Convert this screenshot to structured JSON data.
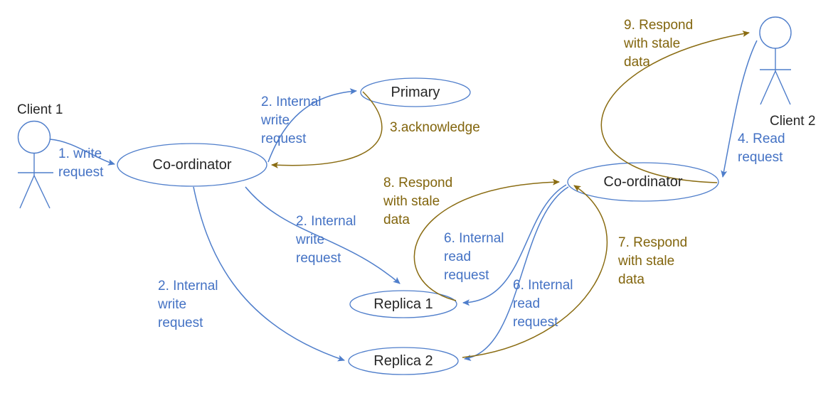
{
  "diagram_title": "",
  "colors": {
    "blue_text": "#4472C4",
    "blue_line": "#4f7ecb",
    "olive_text": "#82650d",
    "olive_line": "#8a6c12",
    "ink": "#262626",
    "background": "#ffffff"
  },
  "nodes": {
    "client1": {
      "label": "Client 1"
    },
    "client2": {
      "label": "Client 2"
    },
    "coordinator_left": {
      "label": "Co-ordinator"
    },
    "coordinator_right": {
      "label": "Co-ordinator"
    },
    "primary": {
      "label": "Primary"
    },
    "replica1": {
      "label": "Replica 1"
    },
    "replica2": {
      "label": "Replica 2"
    }
  },
  "edge_labels": {
    "write_request_1": "1. write\nrequest",
    "internal_write_top": "2. Internal\nwrite\nrequest",
    "internal_write_mid": "2. Internal\nwrite\nrequest",
    "internal_write_bottom": "2. Internal\nwrite\nrequest",
    "acknowledge_3": "3.acknowledge",
    "read_request_4": "4. Read\nrequest",
    "internal_read_top": "6. Internal\nread\nrequest",
    "internal_read_bottom": "6. Internal\nread\nrequest",
    "respond_stale_7": "7. Respond\nwith stale\ndata",
    "respond_stale_8": "8. Respond\nwith stale\ndata",
    "respond_stale_9": "9. Respond\nwith stale\ndata"
  }
}
